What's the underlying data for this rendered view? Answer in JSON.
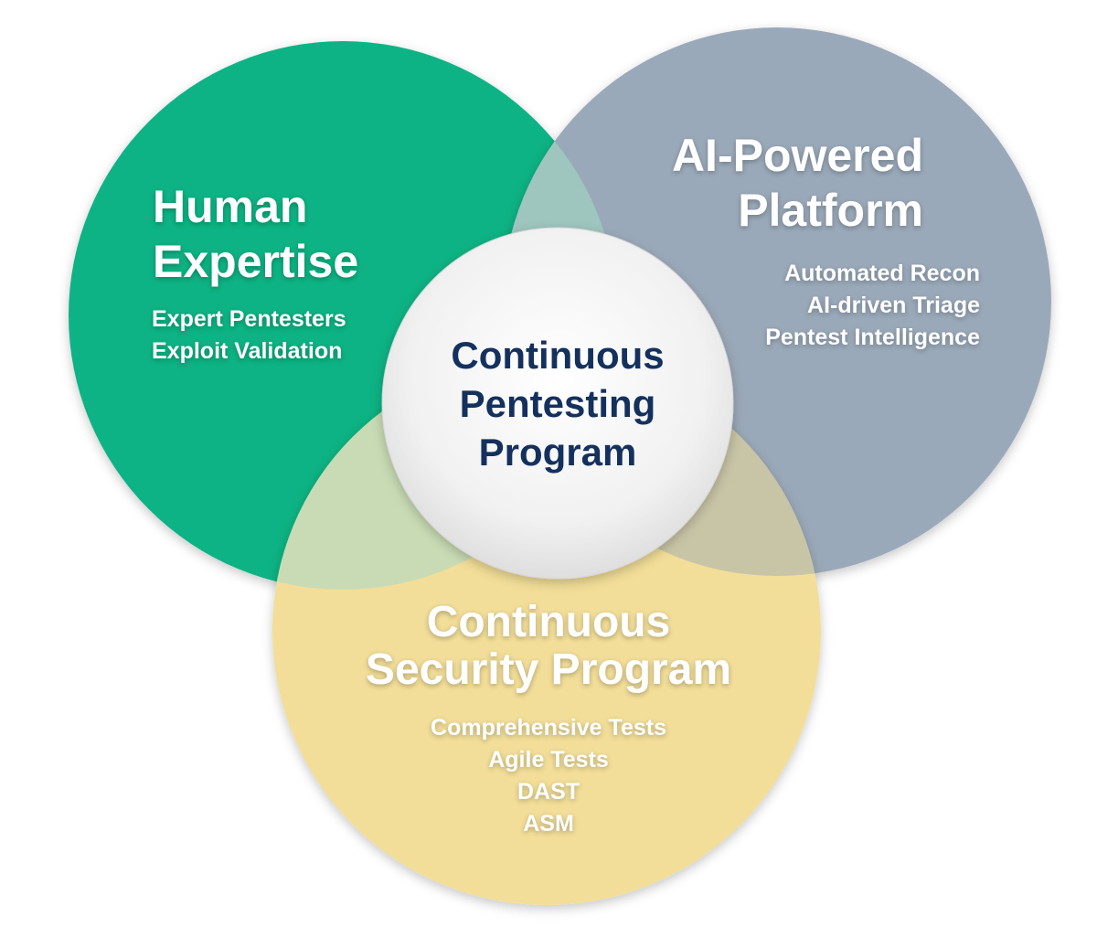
{
  "colors": {
    "human_expertise": "#10b384",
    "ai_platform": "#9aa9b9",
    "security_program": "#f2de98",
    "overlap_green_gray": "#9ec5be",
    "overlap_green_yellow": "#c8dbb4",
    "overlap_gray_yellow": "#c8c4a6",
    "center_fill": "#eeeeee",
    "center_text": "#14315e",
    "label_text": "#ffffff"
  },
  "circles": {
    "human_expertise": {
      "title_lines": [
        "Human",
        "Expertise"
      ],
      "items": [
        "Expert Pentesters",
        "Exploit Validation"
      ]
    },
    "ai_platform": {
      "title_lines": [
        "AI-Powered",
        "Platform"
      ],
      "items": [
        "Automated Recon",
        "AI-driven Triage",
        "Pentest Intelligence"
      ]
    },
    "security_program": {
      "title_lines": [
        "Continuous",
        "Security Program"
      ],
      "items": [
        "Comprehensive Tests",
        "Agile Tests",
        "DAST",
        "ASM"
      ]
    }
  },
  "center": {
    "title_lines": [
      "Continuous",
      "Pentesting",
      "Program"
    ]
  }
}
